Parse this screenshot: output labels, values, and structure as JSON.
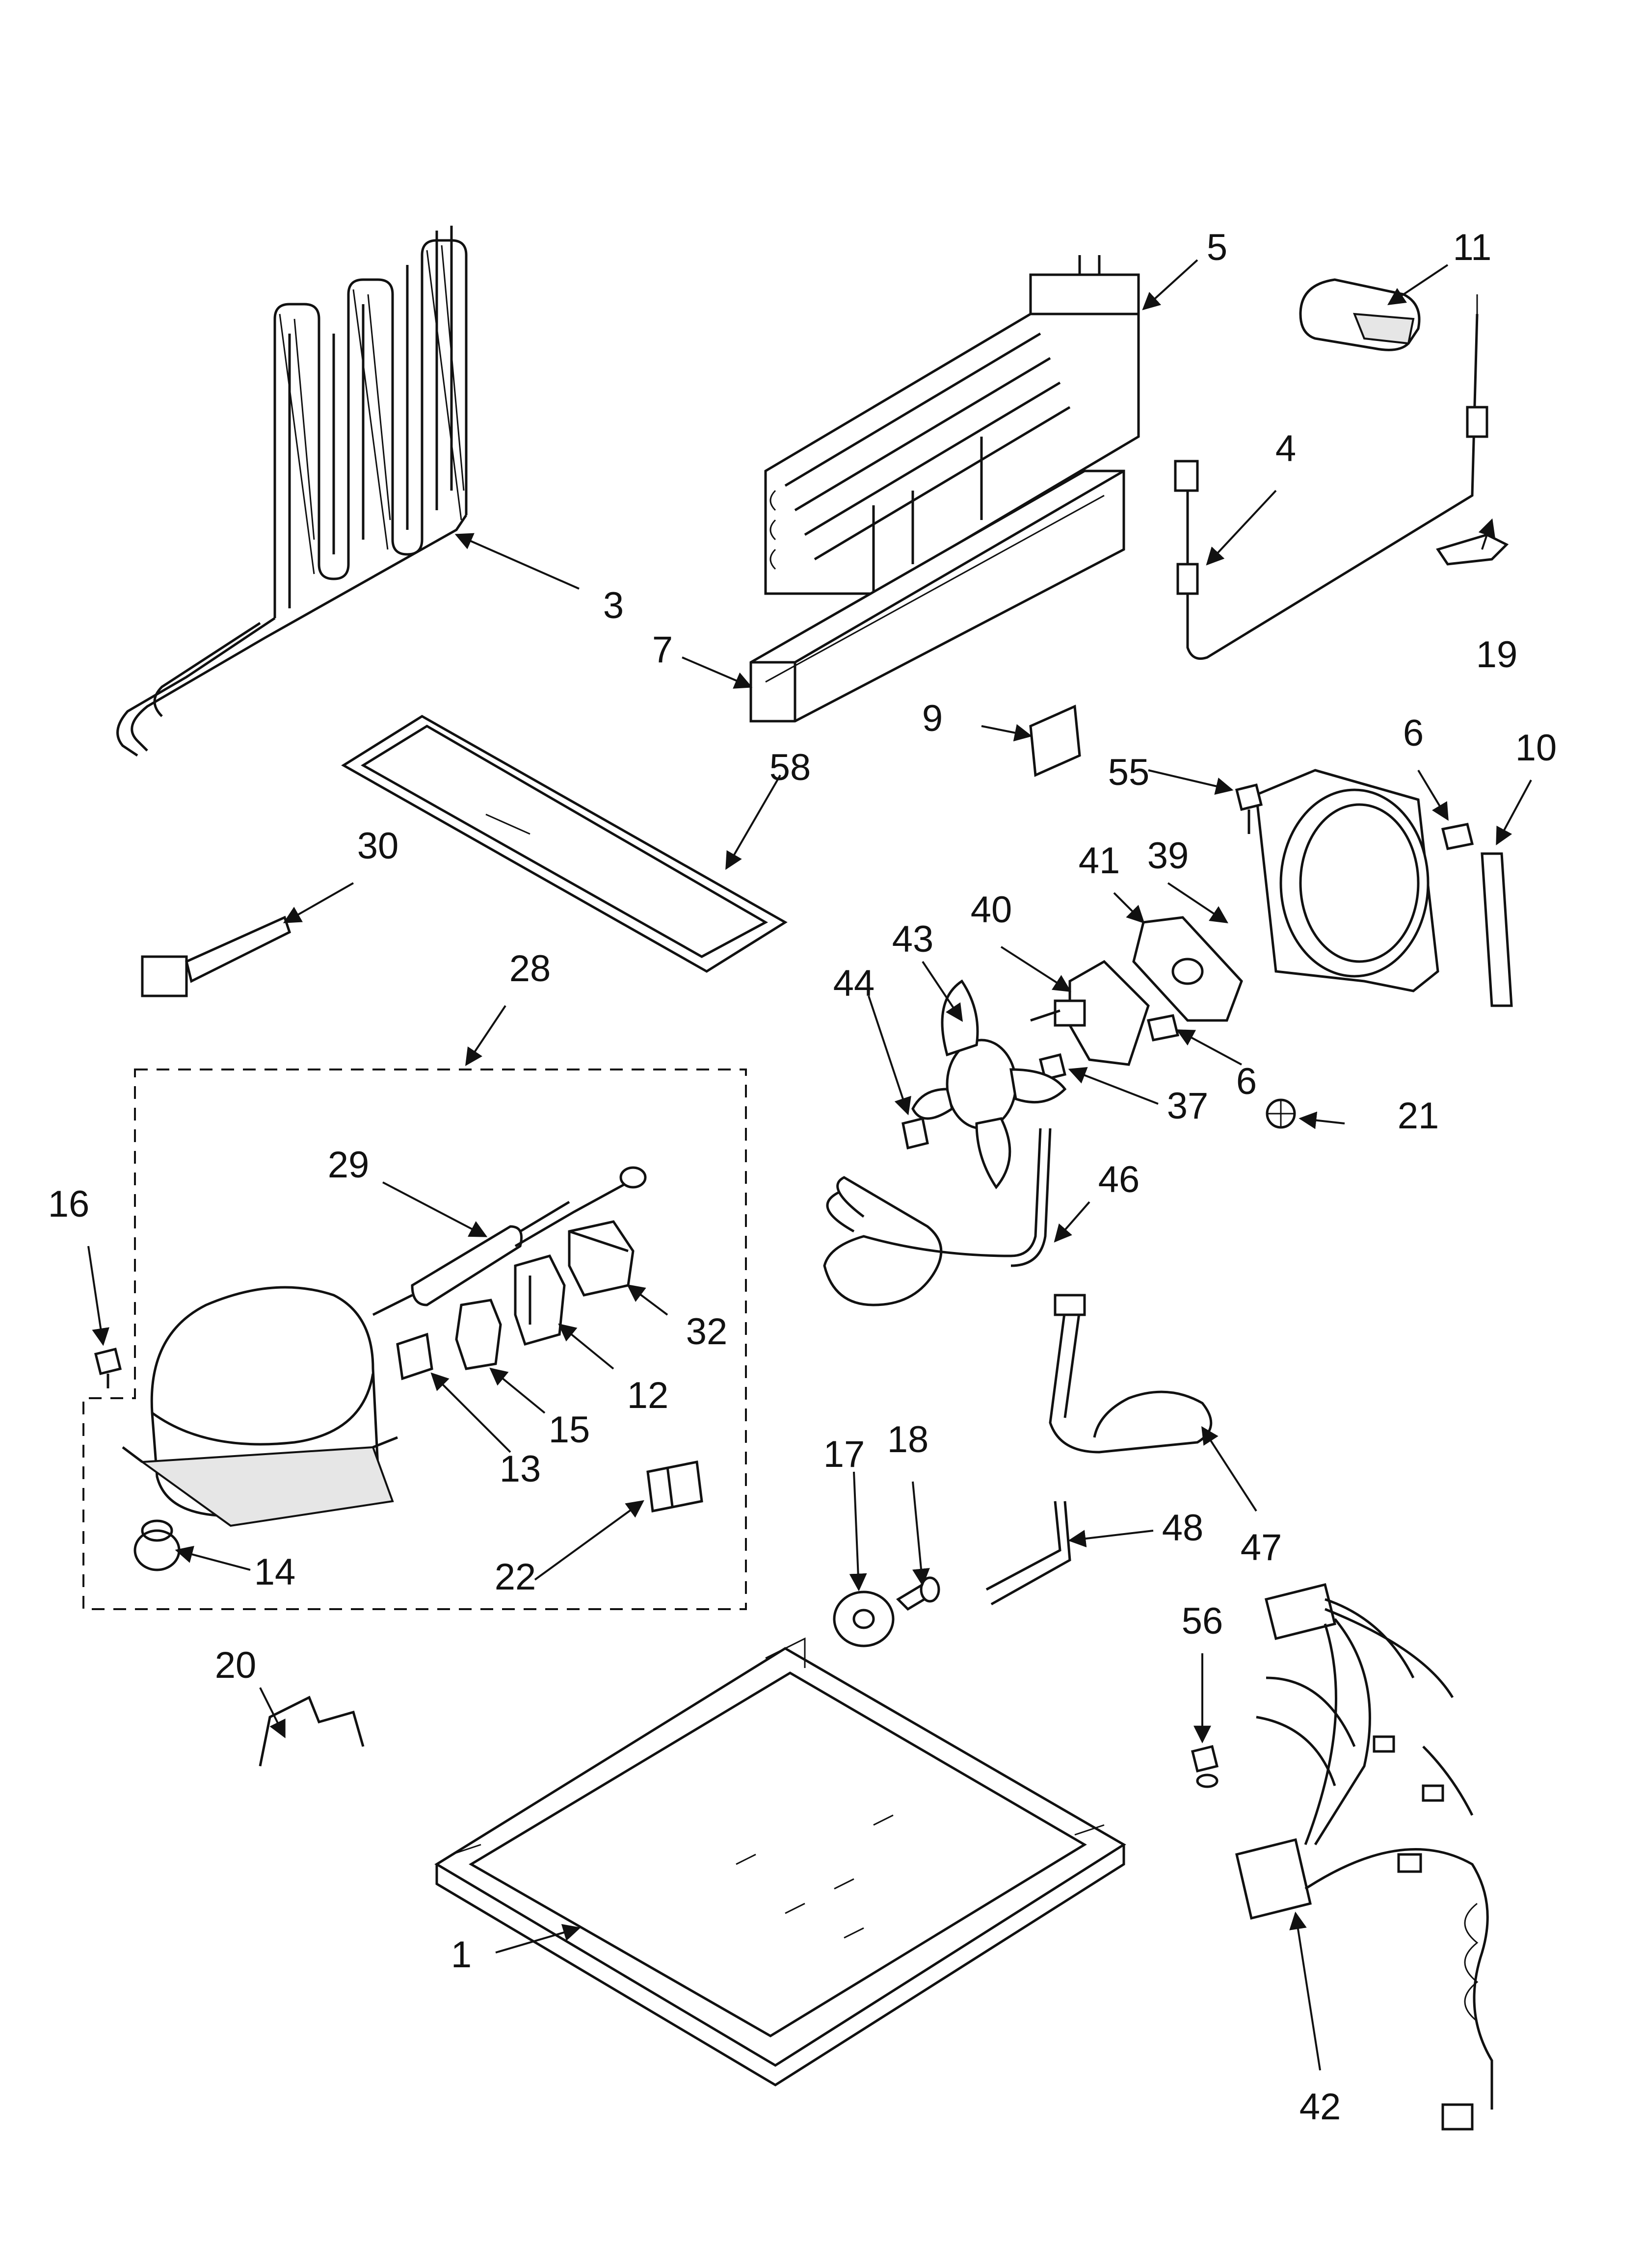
{
  "callouts": {
    "c1": "1",
    "c3": "3",
    "c4": "4",
    "c5": "5",
    "c6a": "6",
    "c6b": "6",
    "c7": "7",
    "c9": "9",
    "c10": "10",
    "c11": "11",
    "c12": "12",
    "c13": "13",
    "c14": "14",
    "c15": "15",
    "c16": "16",
    "c17": "17",
    "c18": "18",
    "c19": "19",
    "c20": "20",
    "c21": "21",
    "c22": "22",
    "c28": "28",
    "c29": "29",
    "c30": "30",
    "c32": "32",
    "c37": "37",
    "c39": "39",
    "c40": "40",
    "c41": "41",
    "c42": "42",
    "c43": "43",
    "c44": "44",
    "c46": "46",
    "c47": "47",
    "c48": "48",
    "c55": "55",
    "c56": "56",
    "c58": "58"
  },
  "colors": {
    "line": "#111111",
    "background": "#ffffff"
  }
}
